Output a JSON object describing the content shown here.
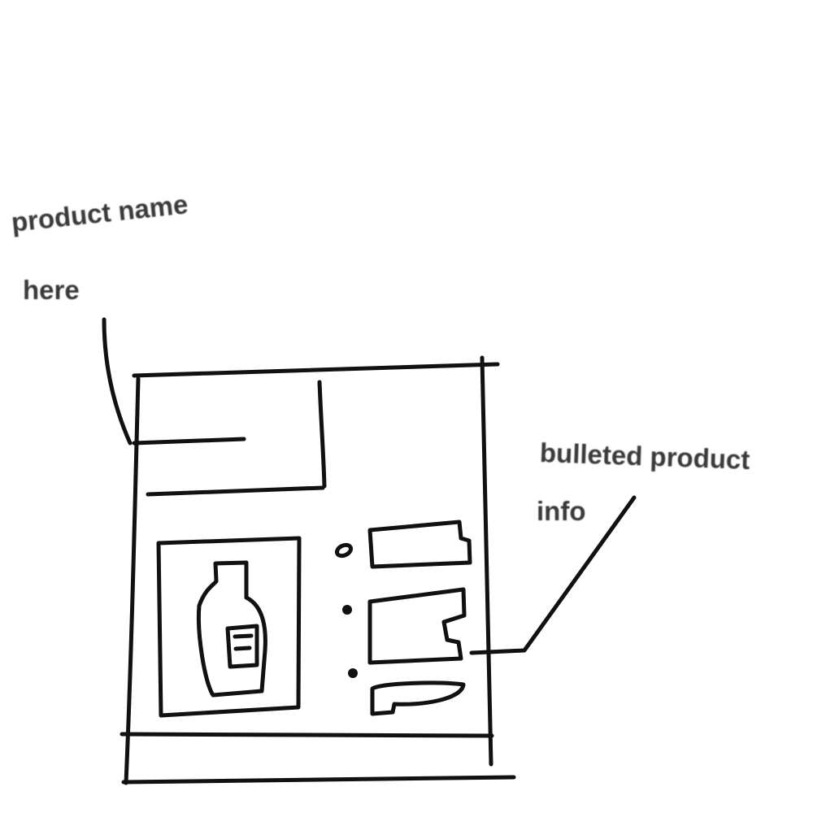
{
  "annotations": {
    "product_name": {
      "line1": "product name",
      "line2": "here"
    },
    "bulleted_info": {
      "line1": "bulleted product",
      "line2": "info"
    }
  },
  "colors": {
    "ink": "#111111",
    "label_text": "#3a3a3a",
    "background": "#ffffff"
  },
  "icons": {
    "product_image": "bottle-icon"
  }
}
